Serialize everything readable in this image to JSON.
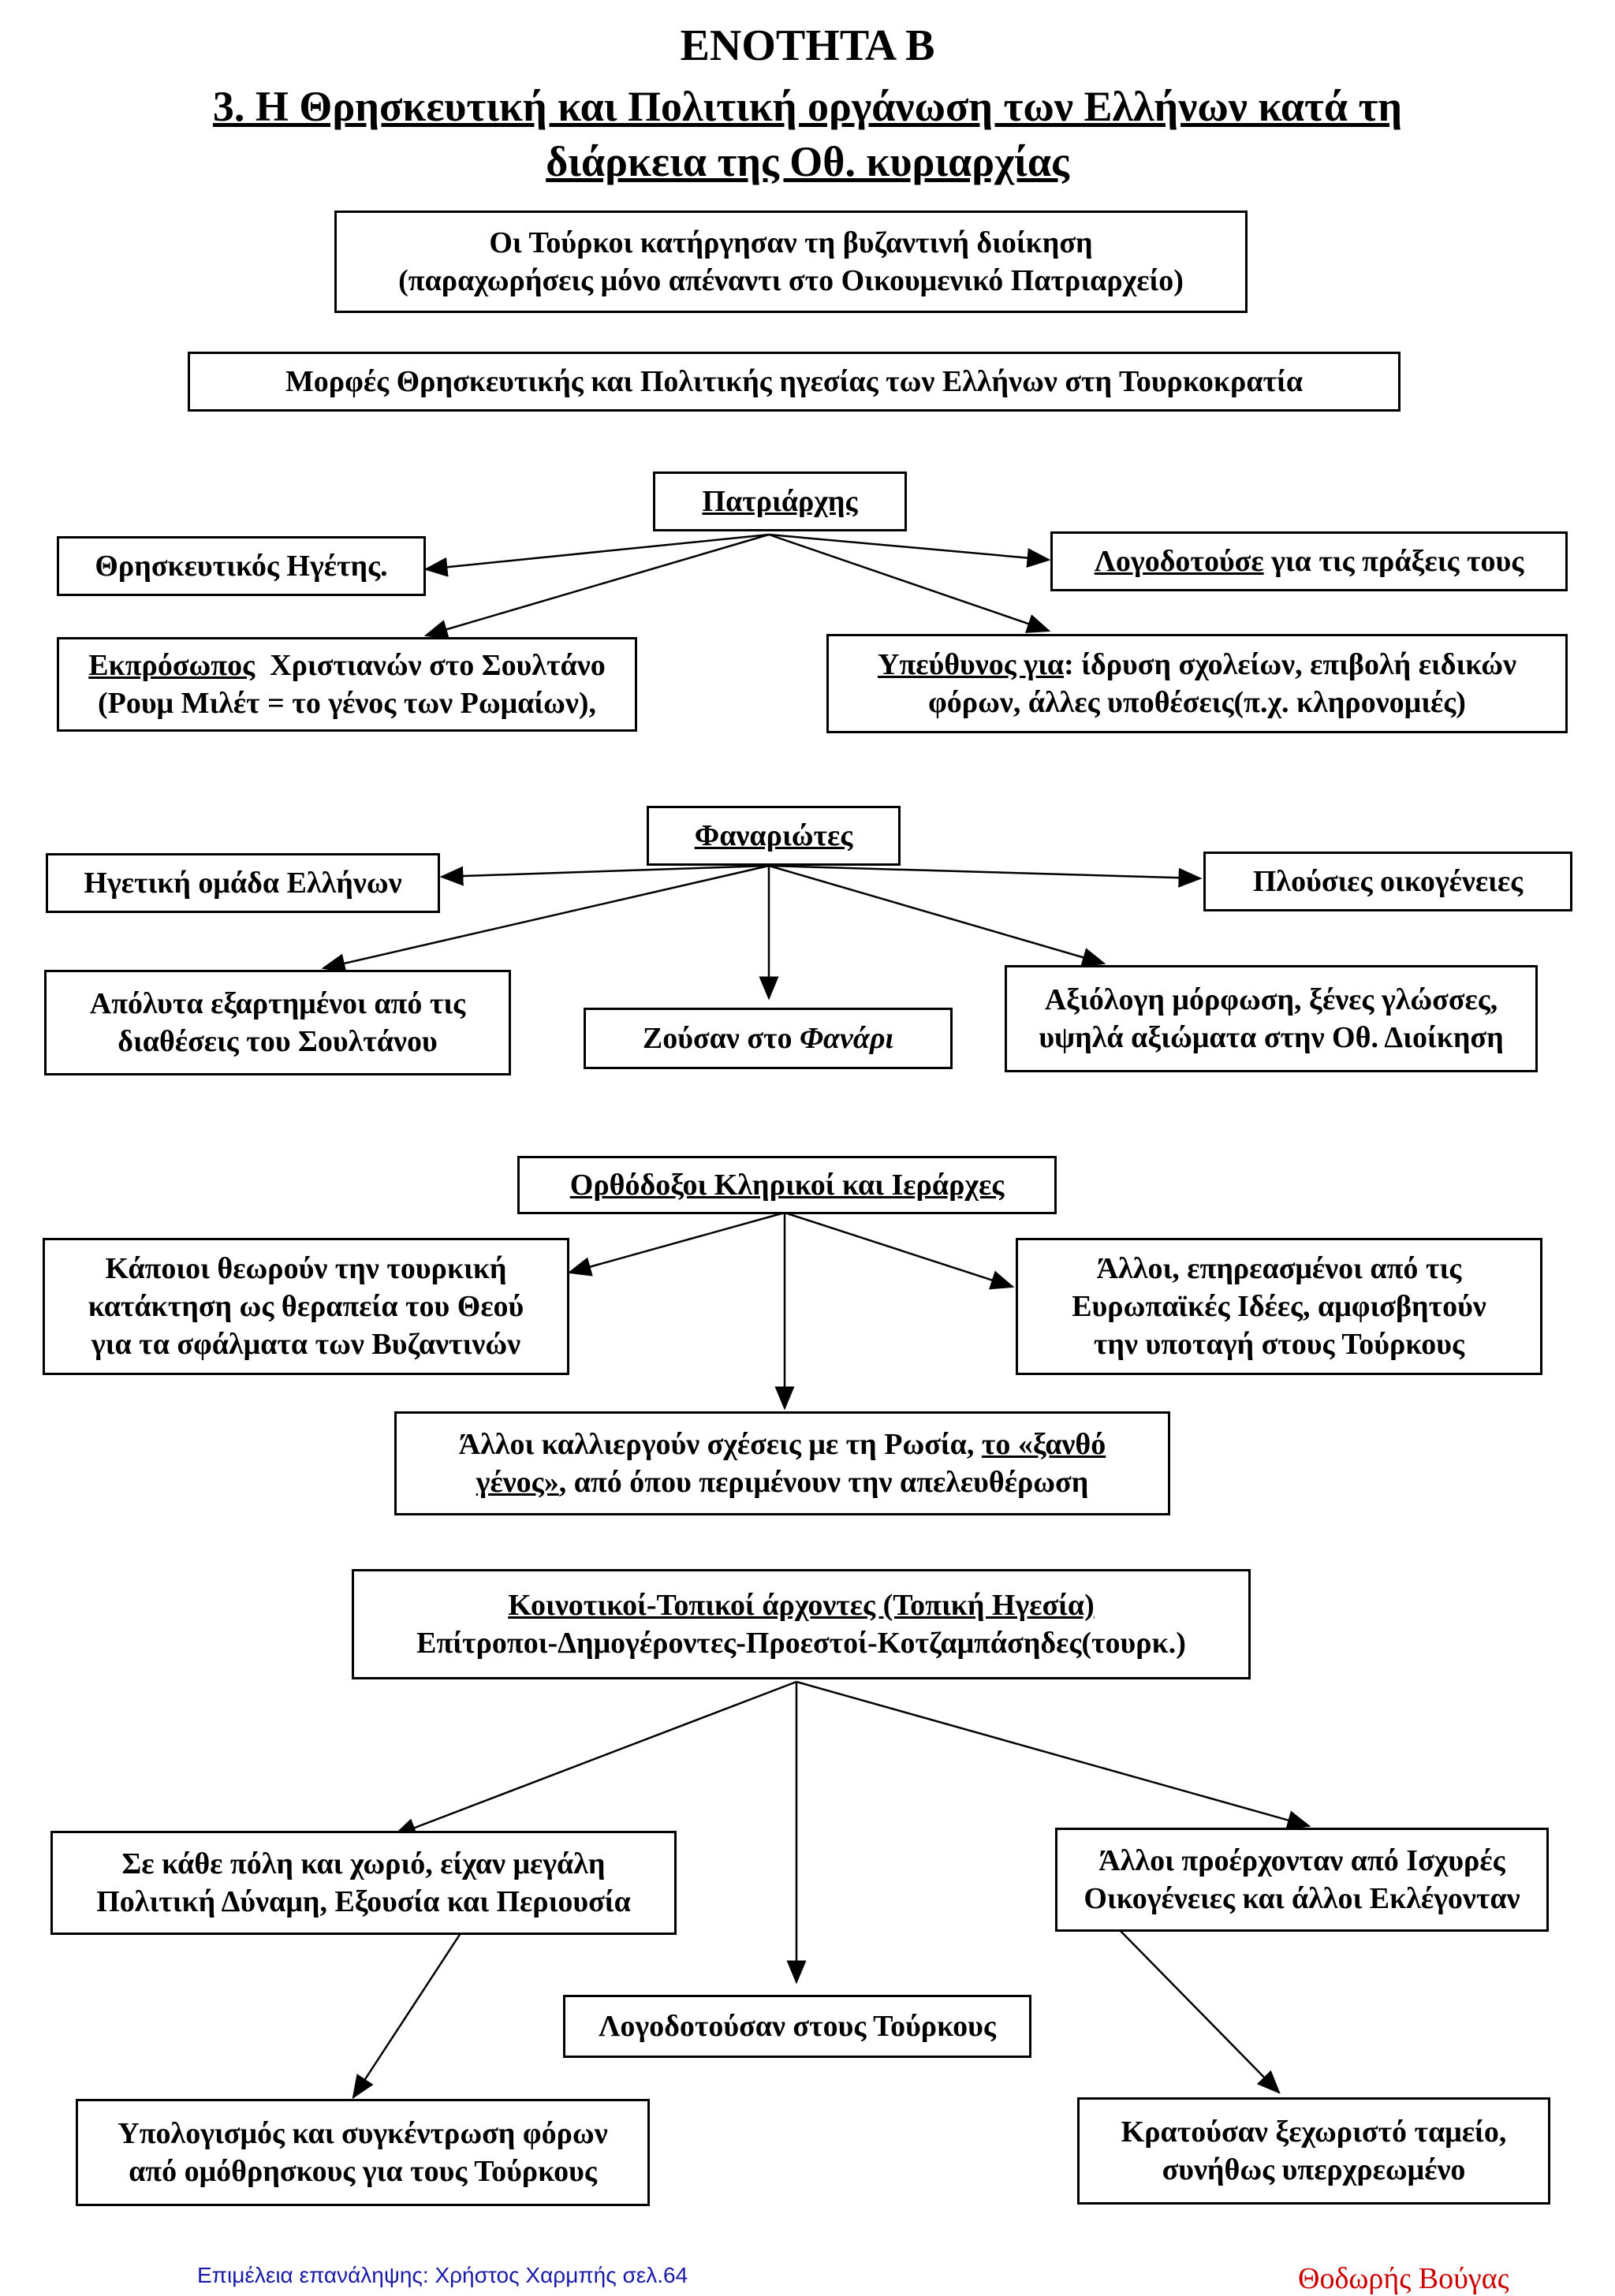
{
  "header": {
    "unit": "ΕΝΟΤΗΤΑ Β",
    "title_line1": "3. Η Θρησκευτική και Πολιτική οργάνωση των Ελλήνων κατά τη",
    "title_line2": "διάρκεια της Οθ. κυριαρχίας"
  },
  "intro": {
    "line1": "Οι Τούρκοι κατήργησαν τη βυζαντινή διοίκηση",
    "line2": "(παραχωρήσεις μόνο απέναντι στο Οικουμενικό Πατριαρχείο)"
  },
  "forms": "Μορφές Θρησκευτικής και Πολιτικής ηγεσίας των Ελλήνων στη Τουρκοκρατία",
  "patriarch": {
    "title": "Πατριάρχης",
    "religious": "Θρησκευτικός Ηγέτης.",
    "accountable_u": "Λογοδοτούσε",
    "accountable_rest": " για τις πράξεις τους",
    "rep_u": "Εκπρόσωπος",
    "rep_rest": "  Χριστιανών στο Σουλτάνο",
    "rep_line2": "(Ρουμ Μιλέτ = το γένος των Ρωμαίων),",
    "resp_u": "Υπεύθυνος για",
    "resp_rest": ": ίδρυση σχολείων, επιβολή ειδικών",
    "resp_line2": "φόρων, άλλες υποθέσεις(π.χ. κληρονομιές)"
  },
  "phanariotes": {
    "title": "Φαναριώτες",
    "leading": "Ηγετική ομάδα Ελλήνων",
    "rich": "Πλούσιες οικογένειες",
    "dep_line1": "Απόλυτα εξαρτημένοι από τις",
    "dep_line2": "διαθέσεις του Σουλτάνου",
    "lived": "Ζούσαν στο ",
    "lived_it": "Φανάρι",
    "edu_line1": "Αξιόλογη μόρφωση, ξένες γλώσσες,",
    "edu_line2": "υψηλά αξιώματα στην Οθ. Διοίκηση"
  },
  "clergy": {
    "title": "Ορθόδοξοι Κληρικοί και Ιεράρχες",
    "some_line1": "Κάποιοι θεωρούν την τουρκική",
    "some_line2": "κατάκτηση ως θεραπεία του Θεού",
    "some_line3": "για τα σφάλματα των Βυζαντινών",
    "other_line1": "Άλλοι, επηρεασμένοι από τις",
    "other_line2": "Ευρωπαϊκές Ιδέες, αμφισβητούν",
    "other_line3": "την υποταγή στους Τούρκους",
    "russia_a": "Άλλοι καλλιεργούν σχέσεις με τη Ρωσία, ",
    "russia_u1": "το «ξανθό",
    "russia_u2": "γένος»",
    "russia_b": ", από όπου περιμένουν την απελευθέρωση"
  },
  "local": {
    "title": "Κοινοτικοί-Τοπικοί άρχοντες (Τοπική Ηγεσία)",
    "subtitle": "Επίτροποι-Δημογέροντες-Προεστοί-Κοτζαμπάσηδες(τουρκ.)",
    "power_line1": "Σε κάθε πόλη και χωριό, είχαν μεγάλη",
    "power_line2": "Πολιτική Δύναμη, Εξουσία και Περιουσία",
    "families_line1": "Άλλοι προέρχονταν από Ισχυρές",
    "families_line2": "Οικογένειες και άλλοι Εκλέγονταν",
    "accountable": "Λογοδοτούσαν στους Τούρκους",
    "taxes_line1": "Υπολογισμός και συγκέντρωση φόρων",
    "taxes_line2": "από ομόθρησκους για τους Τούρκους",
    "treasury_line1": "Κρατούσαν ξεχωριστό ταμείο,",
    "treasury_line2": "συνήθως υπερχρεωμένο"
  },
  "footer": {
    "left": "Επιμέλεια επανάληψης: Χρήστος Χαρμπής σελ.64",
    "right": "Θοδωρής Βούγας"
  },
  "colors": {
    "footer_left": "#1a1aa8",
    "footer_right": "#cc0000"
  }
}
